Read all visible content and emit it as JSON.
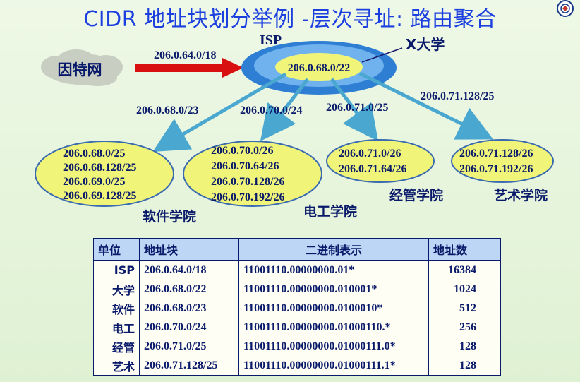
{
  "title": "CIDR 地址块划分举例 -层次寻址: 路由聚合",
  "diagram": {
    "cloud_label": "因特网",
    "cloud_arrow_label": "206.0.64.0/18",
    "isp_label": "ISP",
    "university_label": "X大学",
    "university_block": "206.0.68.0/22",
    "links": [
      "206.0.68.0/23",
      "206.0.70.0/24",
      "206.0.71.0/25",
      "206.0.71.128/25"
    ],
    "departments": [
      {
        "name": "软件学院",
        "subnets": [
          "206.0.68.0/25",
          "206.0.68.128/25",
          "206.0.69.0/25",
          "206.0.69.128/25"
        ]
      },
      {
        "name": "电工学院",
        "subnets": [
          "206.0.70.0/26",
          "206.0.70.64/26",
          "206.0.70.128/26",
          "206.0.70.192/26"
        ]
      },
      {
        "name": "经管学院",
        "subnets": [
          "206.0.71.0/26",
          "206.0.71.64/26"
        ]
      },
      {
        "name": "艺术学院",
        "subnets": [
          "206.0.71.128/26",
          "206.0.71.192/26"
        ]
      }
    ]
  },
  "table": {
    "headers": [
      "单位",
      "地址块",
      "二进制表示",
      "地址数"
    ],
    "rows": [
      {
        "unit": "ISP",
        "block": "206.0.64.0/18",
        "binary": "11001110.00000000.01*",
        "count": "16384"
      },
      {
        "unit": "大学",
        "block": "206.0.68.0/22",
        "binary": "11001110.00000000.010001*",
        "count": "1024"
      },
      {
        "unit": "软件",
        "block": "206.0.68.0/23",
        "binary": "11001110.00000000.0100010*",
        "count": "512"
      },
      {
        "unit": "电工",
        "block": "206.0.70.0/24",
        "binary": "11001110.00000000.01000110.*",
        "count": "256"
      },
      {
        "unit": "经管",
        "block": "206.0.71.0/25",
        "binary": "11001110.00000000.01000111.0*",
        "count": "128"
      },
      {
        "unit": "艺术",
        "block": "206.0.71.128/25",
        "binary": "11001110.00000000.01000111.1*",
        "count": "128"
      }
    ]
  },
  "colors": {
    "title": "#1c3fe0",
    "isp_ring": "#2e7fd4",
    "ellipse_fill": "#f0f57a",
    "arrow_red": "#d81010",
    "arrow_blue": "#5bb6d8",
    "text_dark": "#0a1a6a"
  }
}
